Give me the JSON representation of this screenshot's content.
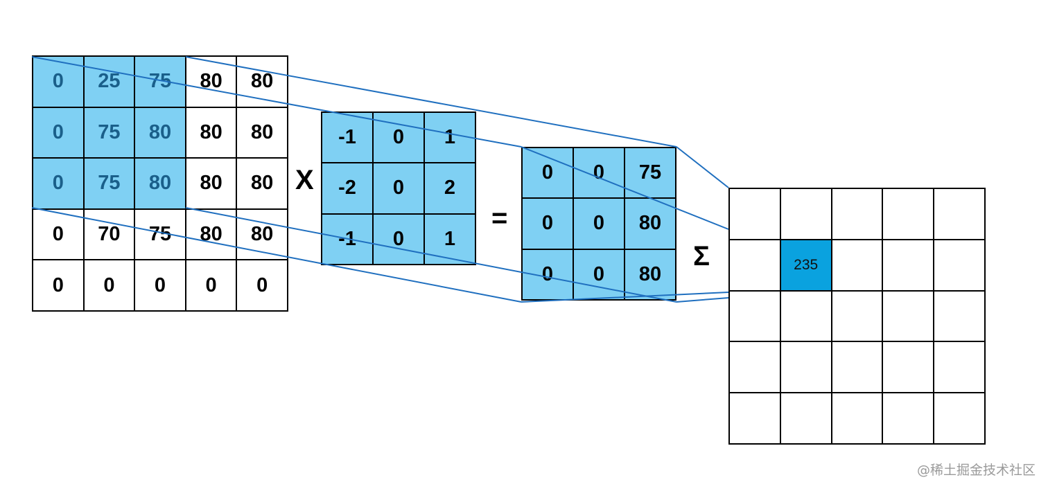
{
  "input_matrix": {
    "rows": [
      [
        "0",
        "25",
        "75",
        "80",
        "80"
      ],
      [
        "0",
        "75",
        "80",
        "80",
        "80"
      ],
      [
        "0",
        "75",
        "80",
        "80",
        "80"
      ],
      [
        "0",
        "70",
        "75",
        "80",
        "80"
      ],
      [
        "0",
        "0",
        "0",
        "0",
        "0"
      ]
    ],
    "highlight": {
      "rows": 3,
      "cols": 3
    }
  },
  "kernel_matrix": {
    "rows": [
      [
        "-1",
        "0",
        "1"
      ],
      [
        "-2",
        "0",
        "2"
      ],
      [
        "-1",
        "0",
        "1"
      ]
    ]
  },
  "product_matrix": {
    "rows": [
      [
        "0",
        "0",
        "75"
      ],
      [
        "0",
        "0",
        "80"
      ],
      [
        "0",
        "0",
        "80"
      ]
    ]
  },
  "output_matrix": {
    "rows": [
      [
        "",
        "",
        "",
        "",
        ""
      ],
      [
        "",
        "235",
        "",
        "",
        ""
      ],
      [
        "",
        "",
        "",
        "",
        ""
      ],
      [
        "",
        "",
        "",
        "",
        ""
      ],
      [
        "",
        "",
        "",
        "",
        ""
      ]
    ],
    "highlight_cell": {
      "row": 1,
      "col": 1
    }
  },
  "operators": {
    "multiply": "X",
    "equals": "=",
    "sum": "Σ"
  },
  "colors": {
    "highlight": "#7fd0f3",
    "output_highlight": "#0aa2df",
    "connector": "#1f6fbf"
  },
  "watermark": "@稀土掘金技术社区"
}
